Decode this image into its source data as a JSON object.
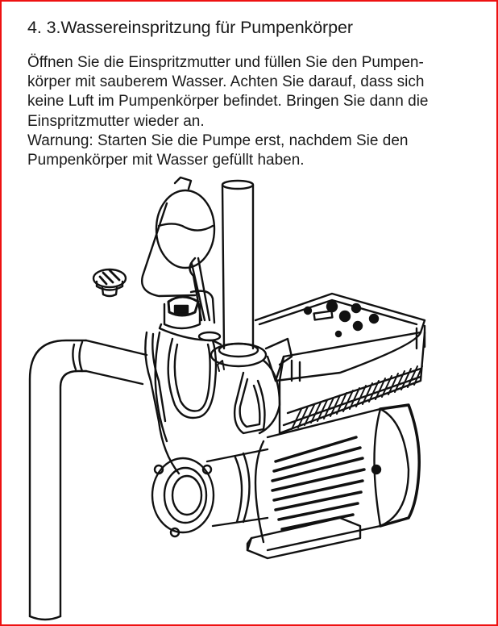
{
  "section": {
    "title": "4. 3.Wassereinspritzung für Pumpenkörper",
    "paragraph_lines": [
      "Öffnen Sie die Einspritzmutter und füllen Sie den Pumpen-",
      "körper mit sauberem Wasser. Achten Sie darauf, dass sich",
      "keine Luft im Pumpenkörper befindet. Bringen Sie dann die",
      "Einspritzmutter wieder an."
    ],
    "warning_lines": [
      "Warnung: Starten Sie die Pumpe erst, nachdem Sie den",
      "Pumpenkörper mit Wasser gefüllt haben."
    ]
  },
  "figure": {
    "subject": "pump-priming-illustration",
    "parts": [
      "water-jug-icon",
      "priming-plug-icon",
      "vertical-discharge-pipe",
      "suction-pipe-elbow",
      "pump-body",
      "control-panel",
      "motor-housing",
      "base-foot"
    ]
  },
  "colors": {
    "border": "#ee1111",
    "text": "#1a1a1a",
    "line_art": "#111111",
    "background": "#ffffff"
  }
}
